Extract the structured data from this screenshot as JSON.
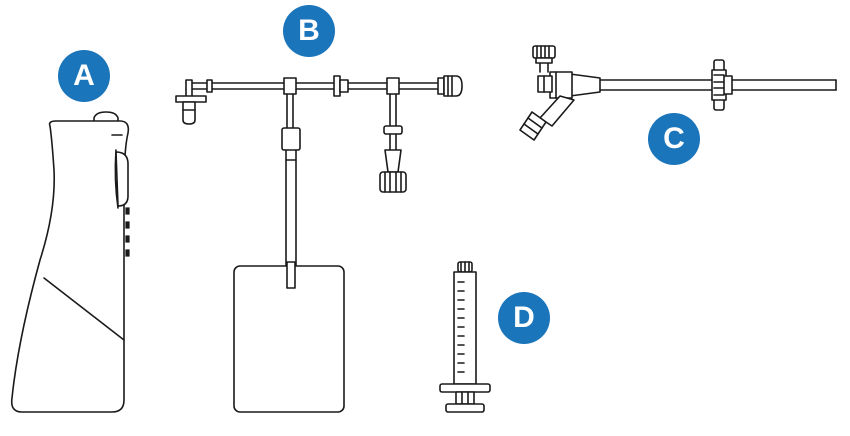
{
  "badge_color": "#1b75bb",
  "labels": {
    "a": "A",
    "b": "B",
    "c": "C",
    "d": "D"
  }
}
